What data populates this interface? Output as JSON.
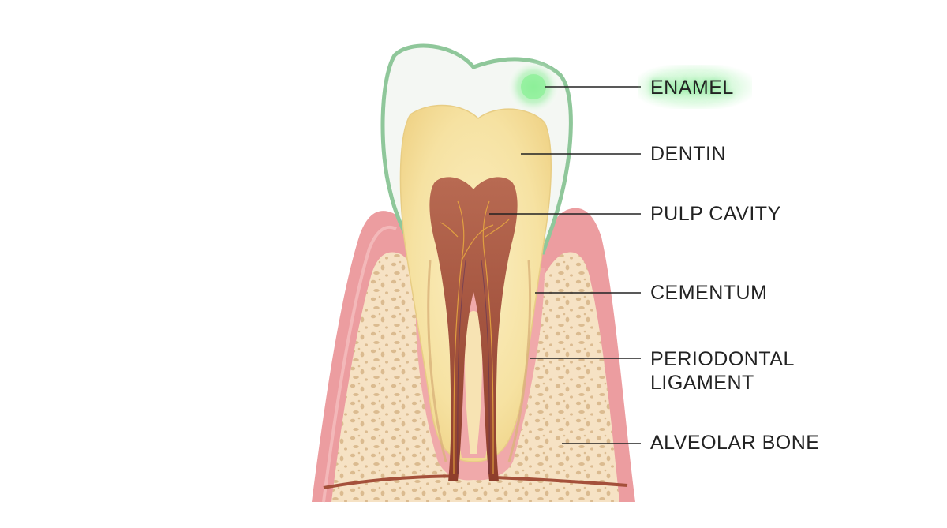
{
  "diagram": {
    "labels": [
      {
        "id": "enamel",
        "text": "ENAMEL",
        "highlighted": true
      },
      {
        "id": "dentin",
        "text": "DENTIN",
        "highlighted": false
      },
      {
        "id": "pulp",
        "text": "PULP CAVITY",
        "highlighted": false
      },
      {
        "id": "cementum",
        "text": "CEMENTUM",
        "highlighted": false
      },
      {
        "id": "periodontal_line1",
        "text": "PERIODONTAL",
        "highlighted": false
      },
      {
        "id": "periodontal_line2",
        "text": "LIGAMENT",
        "highlighted": false
      },
      {
        "id": "bone",
        "text": "ALVEOLAR BONE",
        "highlighted": false
      }
    ],
    "colors": {
      "enamel_outline": "#8fc79a",
      "enamel_fill": "#f4f7f3",
      "dentin": "#f6e3a6",
      "pulp": "#a4503a",
      "gum": "#ec9da0",
      "bone": "#f6e2c4",
      "bone_pores": "#d9b98e",
      "highlight": "#7fe08c",
      "leader_line": "#222222"
    },
    "icons": [
      "tooth-cross-section-illustration",
      "highlight-glow"
    ]
  }
}
